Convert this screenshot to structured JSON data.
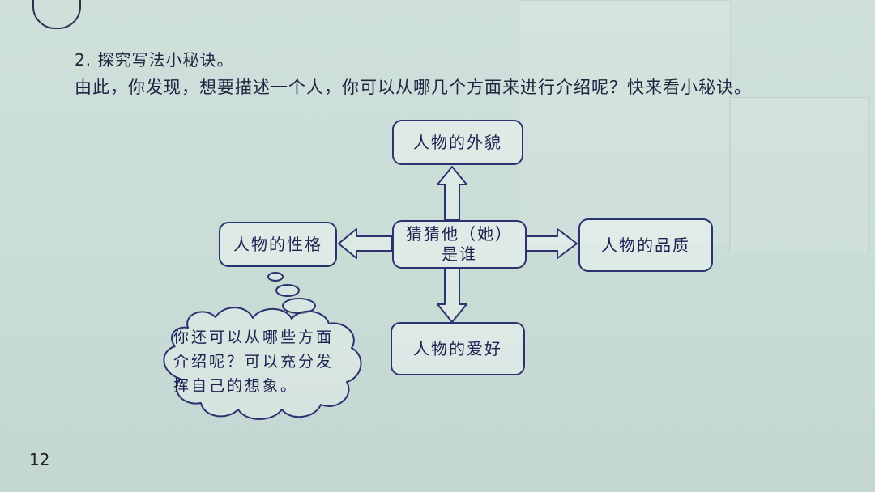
{
  "page": {
    "heading": "2. 探究写法小秘诀。",
    "intro": "由此，你发现，想要描述一个人，你可以从哪几个方面来进行介绍呢？快来看小秘诀。",
    "page_number": "12"
  },
  "diagram": {
    "center": {
      "line1": "猜猜他（她）",
      "line2": "是谁"
    },
    "top": "人物的外貌",
    "left": "人物的性格",
    "right": "人物的品质",
    "bottom": "人物的爱好",
    "thought_bubble": {
      "line1": "你还可以从哪些方面",
      "line2": "介绍呢？可以充分发",
      "line3": "挥自己的想象。"
    }
  },
  "colors": {
    "ink": "#2c3270",
    "paper": "#cfe0db"
  }
}
